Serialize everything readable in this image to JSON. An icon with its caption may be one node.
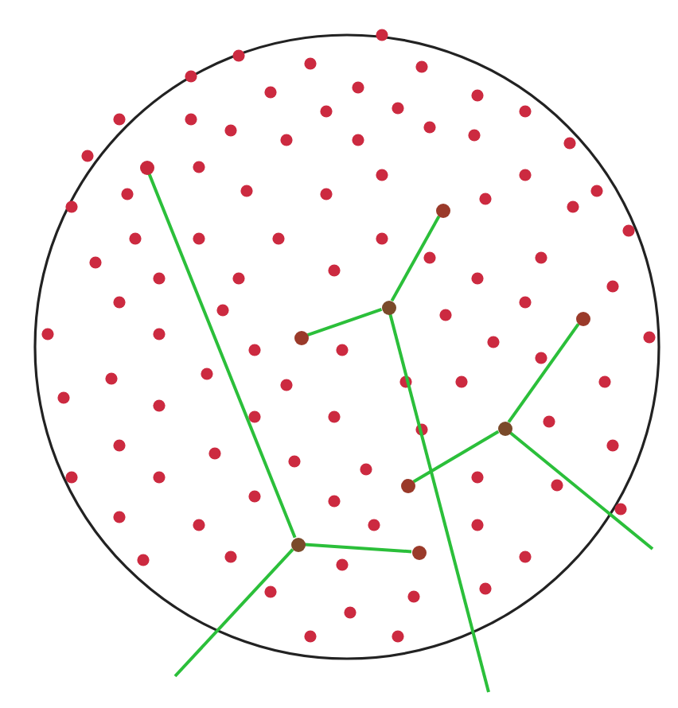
{
  "diagram": {
    "nodes": [
      {
        "text": [],
        "shape": "circle"
      },
      {
        "text": [],
        "shape": "circle"
      },
      {
        "text": [],
        "shape": "circle"
      },
      {
        "text": [],
        "shape": "circle"
      },
      {
        "text": [],
        "shape": "circle"
      },
      {
        "text": [],
        "shape": "circle"
      },
      {
        "text": [],
        "shape": "circle"
      },
      {
        "text": [],
        "shape": "circle"
      },
      {
        "text": [],
        "shape": "circle"
      }
    ],
    "edges": [
      {
        "from": 0,
        "to": 1,
        "arrow": "none"
      },
      {
        "from": 1,
        "to": 2,
        "arrow": "none"
      },
      {
        "from": 1,
        "to": null,
        "arrow": "none"
      },
      {
        "from": 3,
        "to": 4,
        "arrow": "none"
      },
      {
        "from": 5,
        "to": 4,
        "arrow": "none"
      },
      {
        "from": 4,
        "to": null,
        "arrow": "none"
      },
      {
        "from": 6,
        "to": 7,
        "arrow": "none"
      },
      {
        "from": 8,
        "to": 7,
        "arrow": "none"
      },
      {
        "from": 7,
        "to": null,
        "arrow": "none"
      }
    ]
  }
}
